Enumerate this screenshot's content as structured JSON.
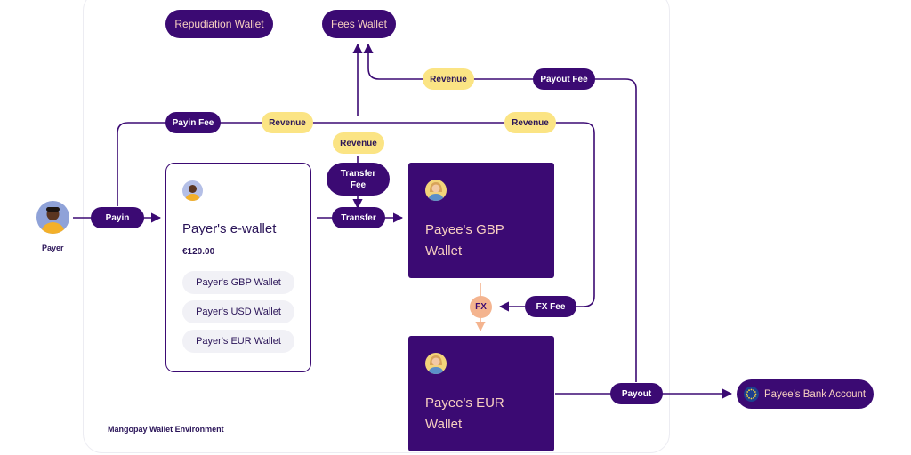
{
  "environment_label": "Mangopay Wallet Environment",
  "payer": {
    "label": "Payer"
  },
  "repudiation_wallet": "Repudiation Wallet",
  "fees_wallet": "Fees Wallet",
  "payer_ewallet": {
    "title": "Payer's e-wallet",
    "balance": "€120.00",
    "sub_wallets": [
      "Payer's GBP Wallet",
      "Payer's USD Wallet",
      "Payer's EUR Wallet"
    ]
  },
  "payee_gbp_wallet": {
    "line1": "Payee's GBP",
    "line2": "Wallet"
  },
  "payee_eur_wallet": {
    "line1": "Payee's EUR",
    "line2": "Wallet"
  },
  "bank_account": {
    "label": "Payee's Bank Account",
    "icon": "eu-flag-icon"
  },
  "flows": {
    "payin": "Payin",
    "payin_fee": "Payin Fee",
    "transfer": "Transfer",
    "transfer_fee_line1": "Transfer",
    "transfer_fee_line2": "Fee",
    "fx": "FX",
    "fx_fee": "FX Fee",
    "payout": "Payout",
    "payout_fee": "Payout Fee",
    "revenue": "Revenue"
  },
  "colors": {
    "dark_purple": "#3b0a73",
    "yellow": "#fbe484",
    "peach": "#f7cfc0",
    "fx_orange": "#f4b48f"
  }
}
